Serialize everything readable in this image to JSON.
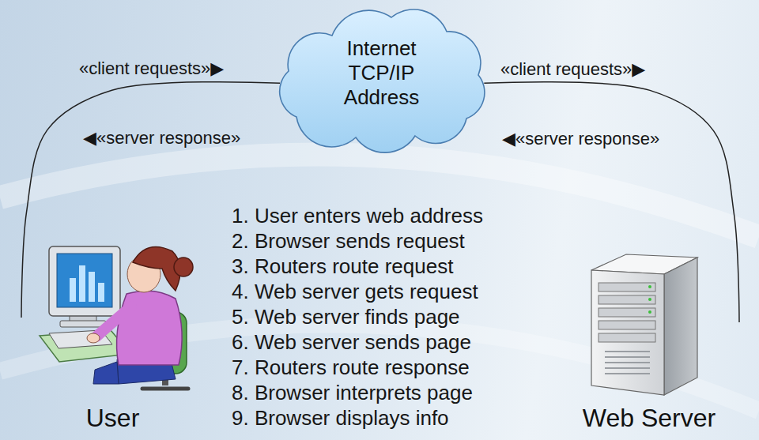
{
  "diagram": {
    "nodes": [
      {
        "text": [
          "Internet TCP/IP Address"
        ]
      },
      {
        "text": [
          "User"
        ]
      },
      {
        "text": [
          "Web Server"
        ]
      }
    ],
    "edges": [
      {
        "from": 1,
        "to": 0,
        "arrow": "none"
      },
      {
        "from": 0,
        "to": 2,
        "arrow": "none"
      }
    ],
    "labels": [
      "«client requests»▶",
      "◀«server response»",
      "«client requests»▶",
      "◀«server response»",
      "1. User enters web address",
      "2. Browser sends request",
      "3. Routers route request",
      "4. Web server gets request",
      "5. Web server finds page",
      "6. Web server sends page",
      "7. Routers route response",
      "8. Browser interprets page",
      "9. Browser displays info"
    ]
  }
}
